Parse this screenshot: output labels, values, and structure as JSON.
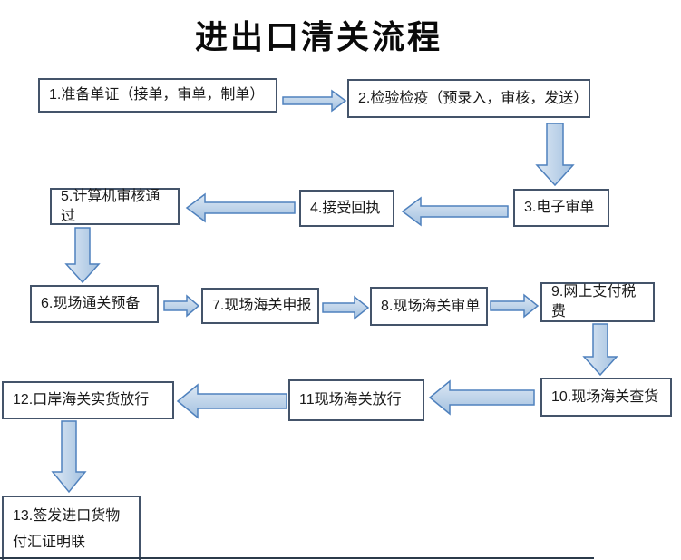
{
  "title": "进出口清关流程",
  "boxes": [
    {
      "step": 1,
      "label": "1.准备单证（接单，审单，制单）"
    },
    {
      "step": 2,
      "label": "2.检验检疫（预录入，审核，发送）"
    },
    {
      "step": 3,
      "label": "3.电子审单"
    },
    {
      "step": 4,
      "label": "4.接受回执"
    },
    {
      "step": 5,
      "label": "5.计算机审核通过"
    },
    {
      "step": 6,
      "label": "6.现场通关预备"
    },
    {
      "step": 7,
      "label": "7.现场海关申报"
    },
    {
      "step": 8,
      "label": "8.现场海关审单"
    },
    {
      "step": 9,
      "label": "9.网上支付税费"
    },
    {
      "step": 10,
      "label": "10.现场海关查货"
    },
    {
      "step": 11,
      "label": "11现场海关放行"
    },
    {
      "step": 12,
      "label": "12.口岸海关实货放行"
    },
    {
      "step": 13,
      "label": "13.签发进口货物付汇证明联"
    }
  ],
  "flow_order": "1 → 2 → 3 → 4 → 5 → 6 → 7 → 8 → 9 → 10 → 11 → 12 → 13",
  "colors": {
    "box_border": "#44546a",
    "box_background": "#ffffff",
    "text": "#1a1a1a",
    "arrow_fill_light": "#d9e5f2",
    "arrow_fill_dark": "#a3c1e0",
    "arrow_stroke": "#4f81bd",
    "title": "#0a0a0a"
  }
}
